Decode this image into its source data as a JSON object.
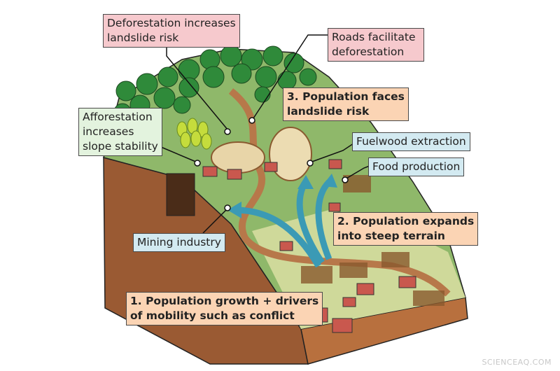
{
  "colors": {
    "risk_label": "#f6c9cd",
    "population_label": "#fbd4b4",
    "mitigation_label": "#e3f3de",
    "driver_label": "#d3eaf1",
    "arrow": "#3b9ab5",
    "terrain_top": "#8fb86a",
    "soil": "#9a5a33"
  },
  "labels": {
    "deforestation": [
      "Deforestation increases",
      "landslide risk"
    ],
    "roads": [
      "Roads facilitate",
      "deforestation"
    ],
    "population_faces": [
      "3. Population faces",
      "landslide risk"
    ],
    "afforestation": [
      "Afforestation",
      "increases",
      "slope stability"
    ],
    "fuelwood": [
      "Fuelwood extraction"
    ],
    "food": [
      "Food production"
    ],
    "mining": [
      "Mining industry"
    ],
    "population_expands": [
      "2. Population expands",
      "into steep terrain"
    ],
    "population_growth": [
      "1. Population growth + drivers",
      "of mobility such as conflict"
    ]
  },
  "watermark": "SCIENCEAQ.COM"
}
